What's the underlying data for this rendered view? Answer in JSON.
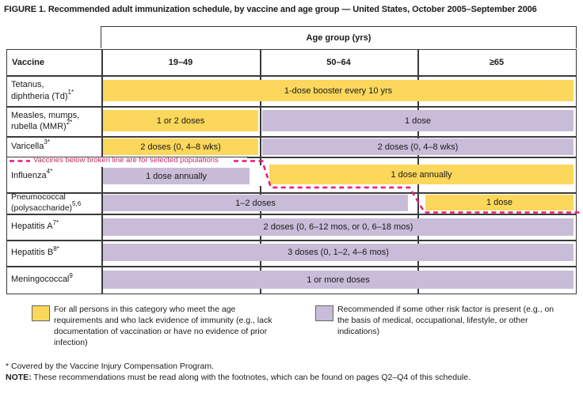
{
  "title": "FIGURE 1. Recommended adult immunization schedule, by vaccine and age group — United States, October 2005–September 2006",
  "header": {
    "age_group": "Age group (yrs)",
    "vaccine": "Vaccine"
  },
  "broken_line_note": "Vaccines below broken line are for selected populations",
  "chart_data": {
    "type": "table",
    "columns": [
      "19–49",
      "50–64",
      "≥65"
    ],
    "rows": [
      {
        "name1": "Tetanus,",
        "name2": "diphtheria (Td)",
        "sup": "1*",
        "bars": [
          {
            "span": "19–49 to ≥65",
            "category": "for_all",
            "label": "1-dose booster every 10 yrs"
          }
        ]
      },
      {
        "name1": "Measles, mumps,",
        "name2": "rubella (MMR)",
        "sup": "2*",
        "bars": [
          {
            "span": "19–49",
            "category": "for_all",
            "label": "1 or 2 doses"
          },
          {
            "span": "50–64 to ≥65",
            "category": "risk_factor",
            "label": "1 dose"
          }
        ]
      },
      {
        "name1": "Varicella",
        "sup": "3*",
        "bars": [
          {
            "span": "19–49",
            "category": "for_all",
            "label": "2 doses (0, 4–8 wks)"
          },
          {
            "span": "50–64 to ≥65",
            "category": "risk_factor",
            "label": "2 doses (0, 4–8 wks)"
          }
        ]
      },
      {
        "name1": "Influenza",
        "sup": "4*",
        "bars": [
          {
            "span": "19–49",
            "category": "risk_factor",
            "label": "1 dose annually"
          },
          {
            "span": "50–64 to ≥65",
            "category": "for_all",
            "label": "1 dose annually"
          }
        ]
      },
      {
        "name1": "Pneumococcal",
        "name2": "(polysaccharide)",
        "sup": "5,6",
        "bars": [
          {
            "span": "19–49 to 50–64",
            "category": "risk_factor",
            "label": "1–2 doses"
          },
          {
            "span": "≥65",
            "category": "for_all",
            "label": "1 dose"
          }
        ]
      },
      {
        "name1": "Hepatitis A",
        "sup": "7*",
        "bars": [
          {
            "span": "19–49 to ≥65",
            "category": "risk_factor",
            "label": "2 doses (0, 6–12 mos, or 0, 6–18 mos)"
          }
        ]
      },
      {
        "name1": "Hepatitis B",
        "sup": "8*",
        "bars": [
          {
            "span": "19–49 to ≥65",
            "category": "risk_factor",
            "label": "3 doses (0, 1–2, 4–6 mos)"
          }
        ]
      },
      {
        "name1": "Meningococcal",
        "sup": "9",
        "bars": [
          {
            "span": "19–49 to ≥65",
            "category": "risk_factor",
            "label": "1 or more doses"
          }
        ]
      }
    ]
  },
  "legend": {
    "for_all": "For all persons in this category who meet the age requirements and who lack evidence of immunity (e.g., lack documentation of vaccination or have no evidence of prior infection)",
    "risk_factor": "Recommended if some other risk factor is present (e.g., on the basis of medical, occupational, lifestyle, or other indications)"
  },
  "footnotes": {
    "star": "* Covered by the Vaccine Injury Compensation Program.",
    "note_label": "NOTE:",
    "note_text": "These recommendations must be read along with the footnotes, which can be found on pages Q2–Q4 of this schedule."
  },
  "colors": {
    "yellow": "#FBD75B",
    "purple": "#C9BCD9",
    "pink": "#EC1A7A",
    "crimson": "#C62A66",
    "border": "#3b3b3b"
  }
}
